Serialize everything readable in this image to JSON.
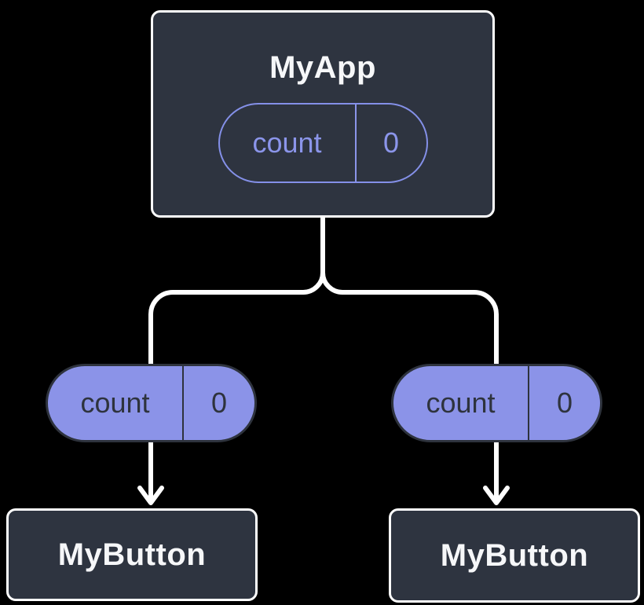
{
  "diagram": {
    "description": "Component tree diagram: parent component holding state, passing it as props to two child components",
    "root": {
      "label": "MyApp",
      "state": {
        "name": "count",
        "value": "0"
      }
    },
    "branches": [
      {
        "prop": {
          "name": "count",
          "value": "0"
        },
        "child": {
          "label": "MyButton"
        }
      },
      {
        "prop": {
          "name": "count",
          "value": "0"
        },
        "child": {
          "label": "MyButton"
        }
      }
    ],
    "colors": {
      "background": "#000000",
      "node_fill": "#2e3440",
      "node_border": "#ffffff",
      "node_text": "#f6f7f9",
      "state_pill_accent": "#8490e8",
      "prop_pill_fill": "#8b93e8",
      "prop_pill_dark": "#2e333d",
      "connector": "#ffffff"
    }
  }
}
